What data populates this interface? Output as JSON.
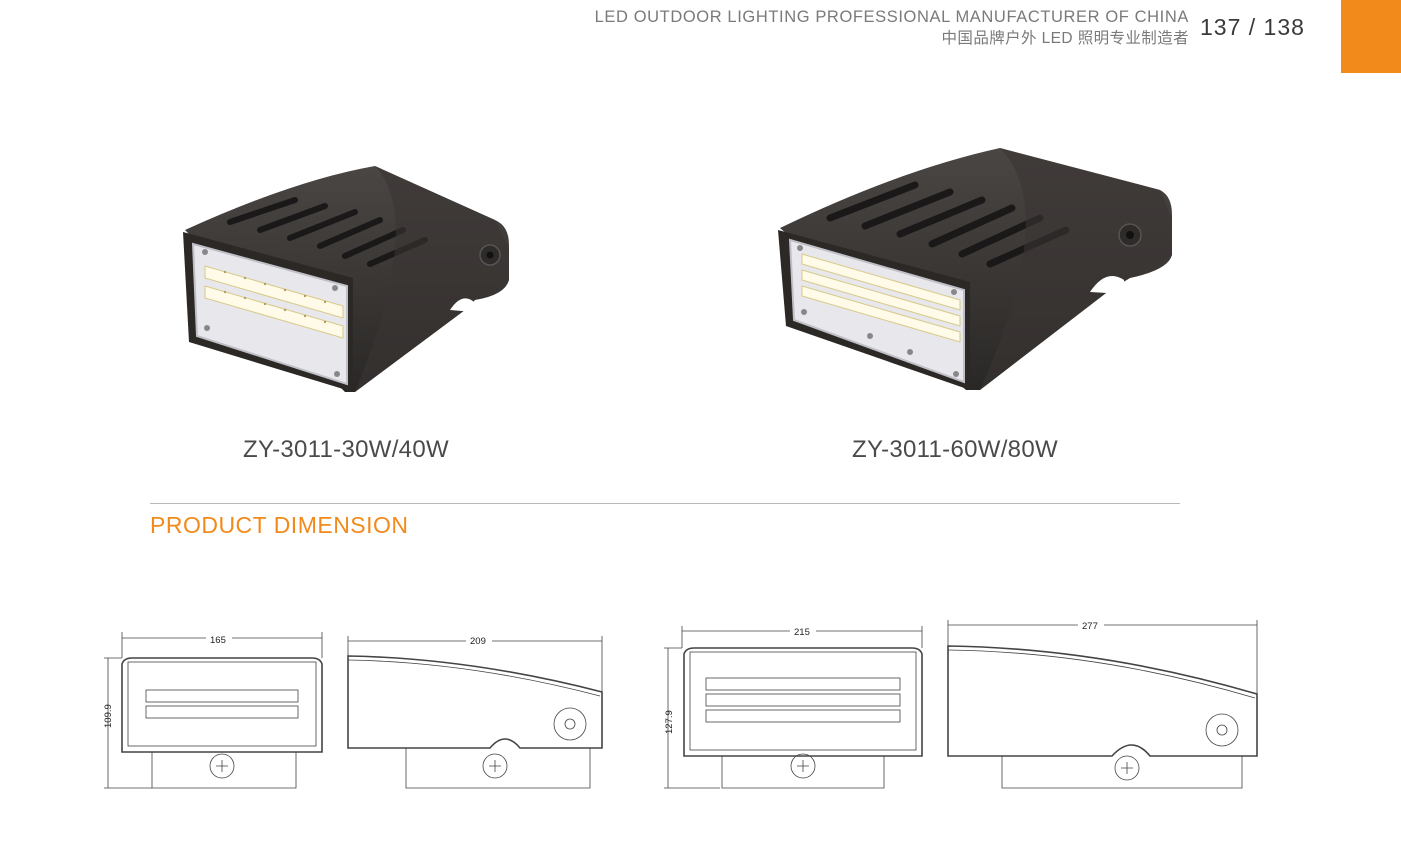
{
  "header": {
    "title_en": "LED OUTDOOR LIGHTING PROFESSIONAL MANUFACTURER OF CHINA",
    "title_cn": "中国品牌户外 LED 照明专业制造者",
    "page": "137 / 138",
    "accent_color": "#f28a1b"
  },
  "products": [
    {
      "model": "ZY-3011-30W/40W"
    },
    {
      "model": "ZY-3011-60W/80W"
    }
  ],
  "section": {
    "title": "PRODUCT DIMENSION",
    "color": "#f28a1b"
  },
  "dimensions": {
    "small": {
      "width": "165",
      "height": "109.9",
      "depth": "209"
    },
    "large": {
      "width": "215",
      "height": "127.9",
      "depth": "277"
    }
  }
}
